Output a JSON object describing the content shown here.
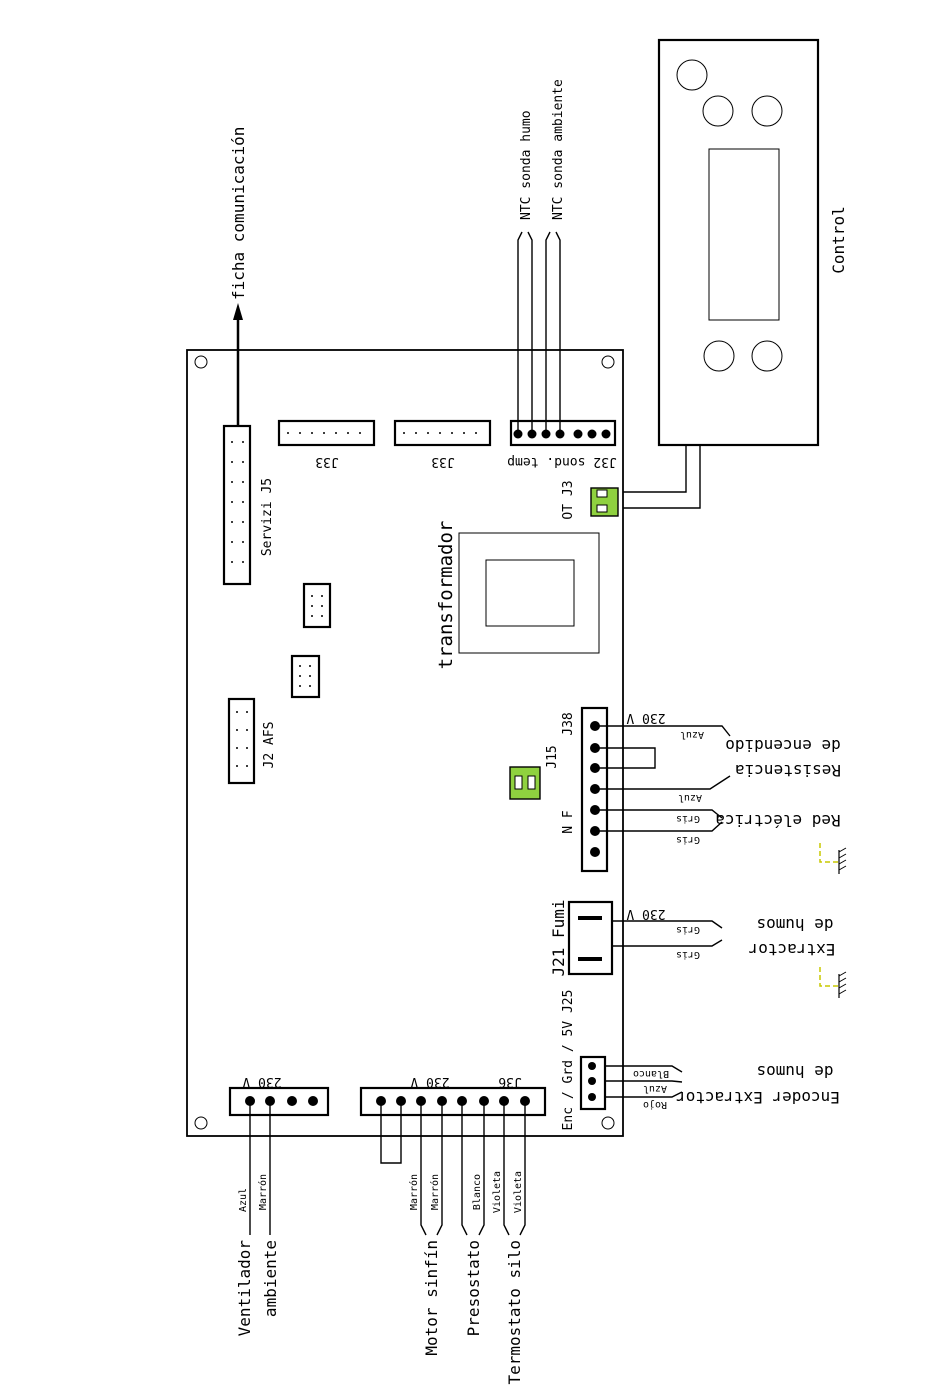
{
  "labels": {
    "comm": "ficha comunicación",
    "ntc_humo": "NTC sonda humo",
    "ntc_amb": "NTC sonda ambiente",
    "control": "Control",
    "servizi": "Servizi J5",
    "j33a": "J33",
    "j33b": "J33",
    "j32": "J32 sond. temp",
    "ot_j3": "OT J3",
    "transformador": "transformador",
    "j2afs": "J2 AFS",
    "j38": "J38",
    "j15": "J15",
    "n_f": "N F",
    "v230_j38": "230 V",
    "azul_1": "Azul",
    "azul_2": "Azul",
    "gris_1": "Gris",
    "gris_2": "Gris",
    "resist_1": "Resistencia",
    "resist_2": "de encendido",
    "red": "Red eléctrica",
    "j21": "J21 Fumi",
    "v230_j21": "230 V",
    "gris_3": "Gris",
    "gris_4": "Gris",
    "extr_1": "Extractor",
    "extr_2": "de humos",
    "j25": "Enc / Grd / 5V J25",
    "blanco_1": "Blanco",
    "azul_3": "Azul",
    "rojo": "Rojo",
    "enc_1": "Encoder Extractor",
    "enc_2": "de humos",
    "v230_fan": "230 V",
    "v230_j36": "230 V",
    "j36": "J36",
    "azul_fan": "Azul",
    "marron_fan": "Marrón",
    "vent_1": "Ventilador",
    "vent_2": "ambiente",
    "marron_m1": "Marrón",
    "marron_m2": "Marrón",
    "blanco_p": "Blanco",
    "violeta_p": "Violeta",
    "violeta_t": "Violeta",
    "motor": "Motor sinfín",
    "presostato": "Presostato",
    "termostato": "Termostato silo"
  }
}
